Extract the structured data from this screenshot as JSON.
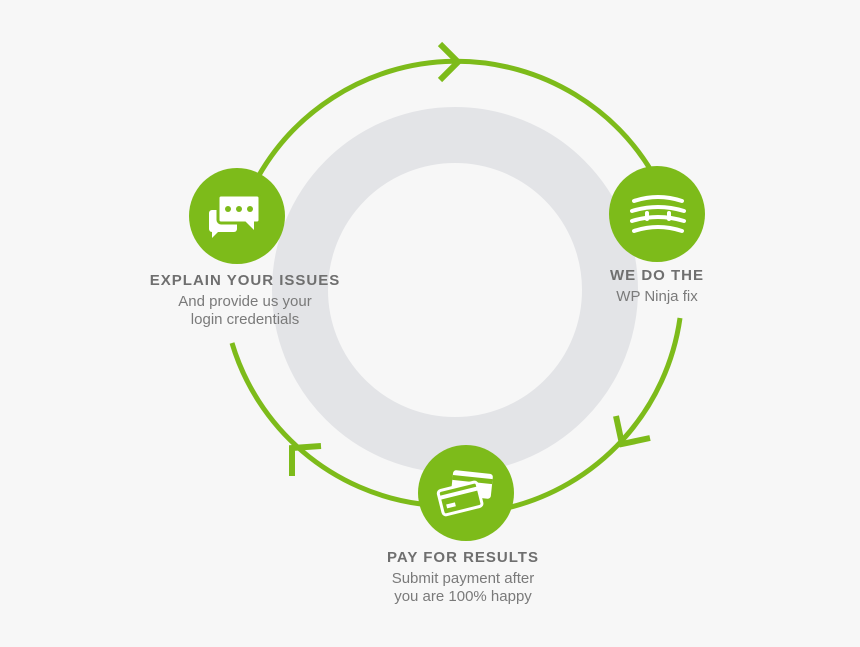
{
  "colors": {
    "accent": "#7dbb1a",
    "ring": "#e3e4e7",
    "background": "#f7f7f7",
    "title_text": "#6f6f6f",
    "desc_text": "#7a7a7a"
  },
  "steps": [
    {
      "title": "EXPLAIN YOUR ISSUES",
      "description": "And provide us your\nlogin credentials",
      "icon": "chat-bubbles-icon"
    },
    {
      "title": "WE DO THE",
      "description": "WP Ninja fix",
      "icon": "ninja-mask-icon"
    },
    {
      "title": "PAY FOR RESULTS",
      "description": "Submit payment after\nyou are 100% happy",
      "icon": "credit-cards-icon"
    }
  ]
}
